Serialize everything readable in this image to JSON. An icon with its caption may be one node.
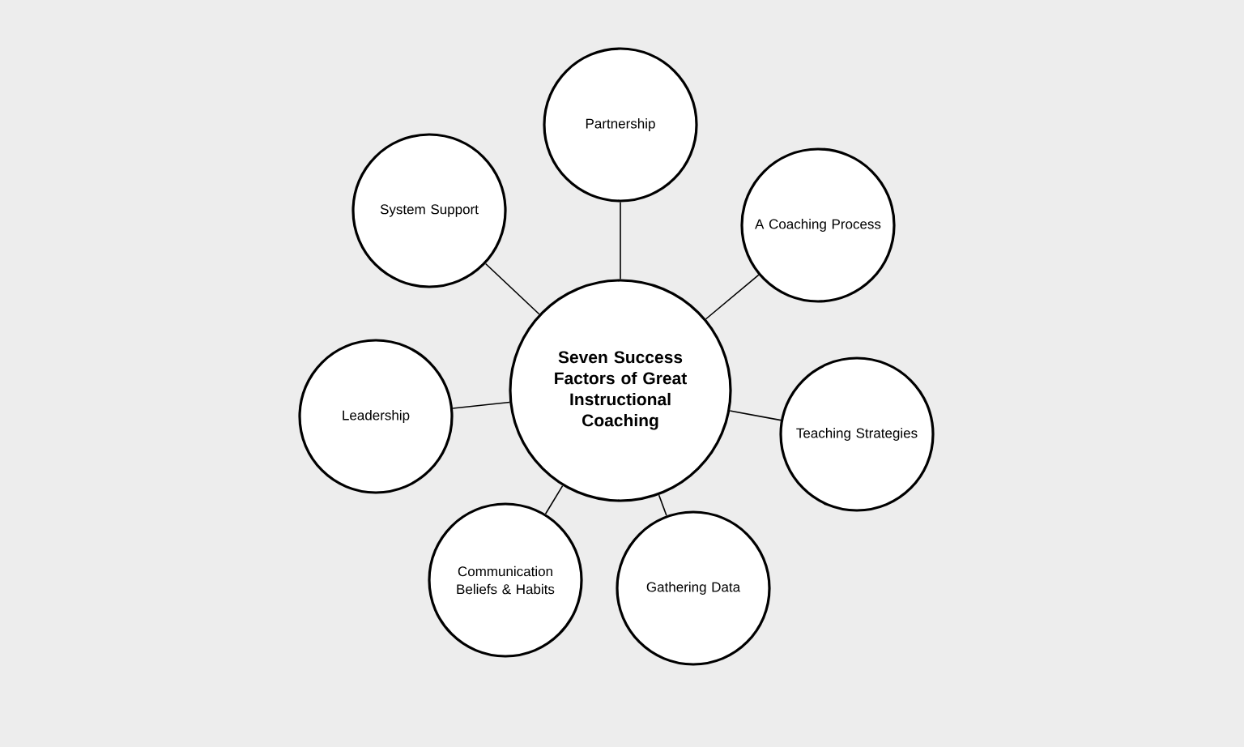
{
  "diagram": {
    "nodes": [
      {
        "text": [
          "Seven Success Factors of Great Instructional Coaching"
        ]
      },
      {
        "text": [
          "Partnership"
        ]
      },
      {
        "text": [
          "A Coaching Process"
        ]
      },
      {
        "text": [
          "Teaching Strategies"
        ]
      },
      {
        "text": [
          "Gathering Data"
        ]
      },
      {
        "text": [
          "Communication Beliefs & Habits"
        ]
      },
      {
        "text": [
          "Leadership"
        ]
      },
      {
        "text": [
          "System Support"
        ]
      }
    ],
    "edges": [
      {
        "from": 0,
        "to": 1,
        "arrow": "none"
      },
      {
        "from": 0,
        "to": 2,
        "arrow": "none"
      },
      {
        "from": 0,
        "to": 3,
        "arrow": "none"
      },
      {
        "from": 0,
        "to": 4,
        "arrow": "none"
      },
      {
        "from": 0,
        "to": 5,
        "arrow": "none"
      },
      {
        "from": 0,
        "to": 6,
        "arrow": "none"
      },
      {
        "from": 0,
        "to": 7,
        "arrow": "none"
      }
    ]
  }
}
